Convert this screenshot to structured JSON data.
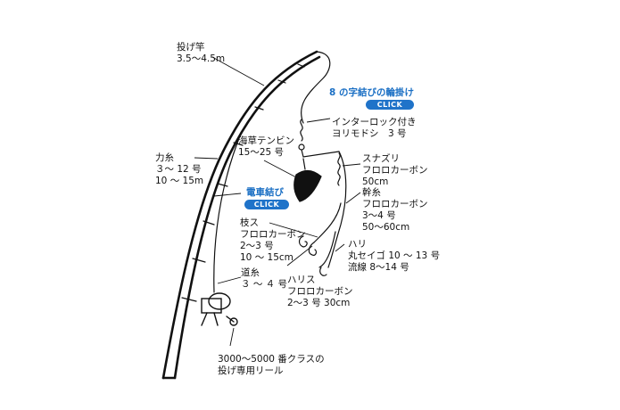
{
  "labels": {
    "rod": [
      "投げ竿",
      "3.5〜4.5m"
    ],
    "figure8": "8 の字結びの輪掛け",
    "swivel": [
      "インターロック付き",
      "ヨリモドシ　3 号"
    ],
    "tenbin": [
      "海草テンビン",
      "15〜25 号"
    ],
    "chikara": [
      "力糸",
      "３〜 12 号",
      "10 〜 15m"
    ],
    "sunazuri": [
      "スナズリ",
      "フロロカーボン",
      "50cm"
    ],
    "densha": "電車結び",
    "mikito": [
      "幹糸",
      "フロロカーボン",
      "3〜4 号",
      "50〜60cm"
    ],
    "edasu": [
      "枝ス",
      "フロロカーボン",
      "2〜3 号",
      "10 〜 15cm"
    ],
    "hari": [
      "ハリ",
      "丸セイゴ 10 〜 13 号",
      "流線 8〜14 号"
    ],
    "michiito": [
      "道糸",
      "３ 〜 ４ 号"
    ],
    "harisu": [
      "ハリス",
      "フロロカーボン",
      "2〜3 号 30cm"
    ],
    "reel": [
      "3000〜5000 番クラスの",
      "投げ専用リール"
    ]
  },
  "buttons": {
    "click1": "CLICK",
    "click2": "CLICK"
  },
  "colors": {
    "accent": "#1f73c9",
    "line": "#111111"
  }
}
